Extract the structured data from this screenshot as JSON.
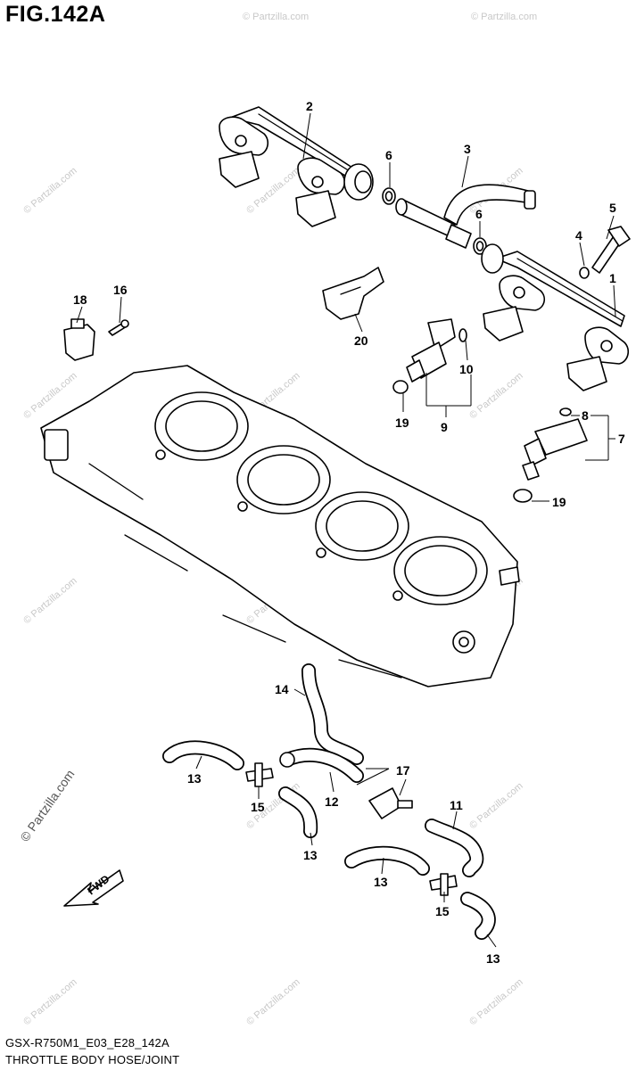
{
  "figure": {
    "title": "FIG.142A",
    "code": "GSX-R750M1_E03_E28_142A",
    "caption": "THROTTLE BODY HOSE/JOINT"
  },
  "watermark": "© Partzilla.com",
  "fwd_label": "FWD",
  "callouts": {
    "c1": "1",
    "c2": "2",
    "c3": "3",
    "c4": "4",
    "c5": "5",
    "c6a": "6",
    "c6b": "6",
    "c7": "7",
    "c8": "8",
    "c9": "9",
    "c10": "10",
    "c11": "11",
    "c12": "12",
    "c13a": "13",
    "c13b": "13",
    "c13c": "13",
    "c13d": "13",
    "c14": "14",
    "c15a": "15",
    "c15b": "15",
    "c16": "16",
    "c17": "17",
    "c18": "18",
    "c19a": "19",
    "c19b": "19",
    "c20": "20"
  }
}
